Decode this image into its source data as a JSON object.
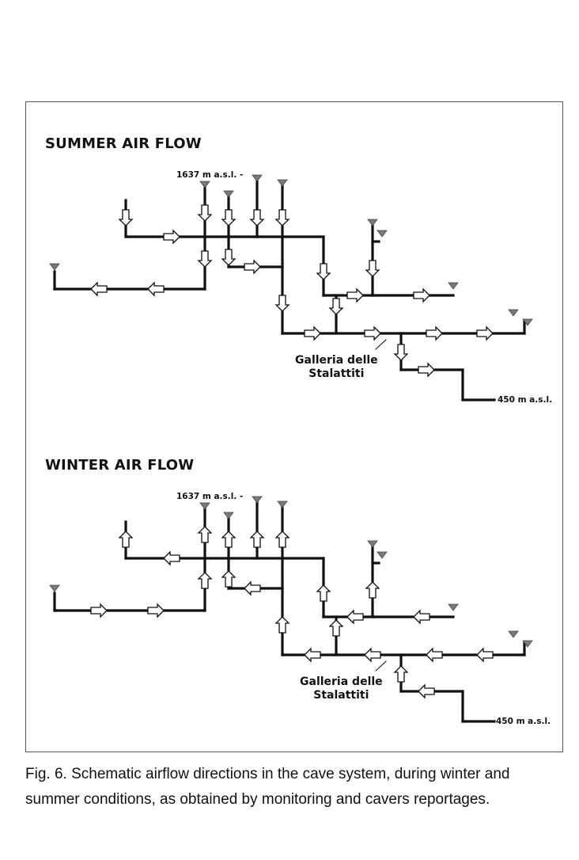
{
  "panels": [
    {
      "id": "summer",
      "title": "SUMMER AIR FLOW",
      "entrance_label": "1637 m a.s.l. -",
      "gallery_line1": "Galleria delle",
      "gallery_line2": "Stalattiti",
      "exit_label": "450 m a.s.l.",
      "flow": "inward"
    },
    {
      "id": "winter",
      "title": "WINTER AIR FLOW",
      "entrance_label": "1637 m a.s.l. -",
      "gallery_line1": "Galleria delle",
      "gallery_line2": "Stalattiti",
      "exit_label": "450 m a.s.l.",
      "flow": "outward"
    }
  ],
  "caption": "Fig. 6. Schematic airflow directions in the cave system, during winter and summer conditions, as obtained by monitoring and cavers reportages.",
  "colors": {
    "line": "#111111",
    "marker": "#7a7a7a",
    "arrow_fill": "#ffffff",
    "border": "#555555"
  }
}
